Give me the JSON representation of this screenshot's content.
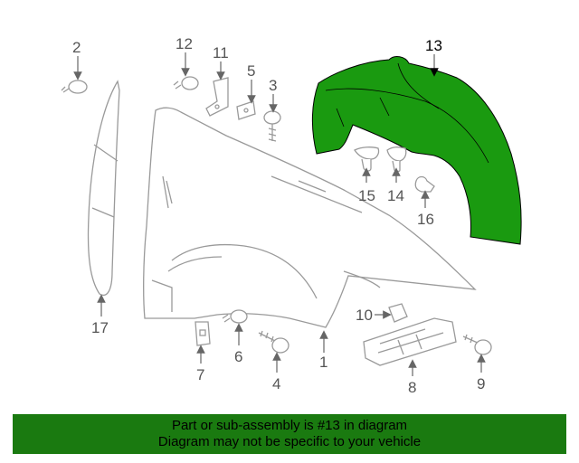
{
  "diagram": {
    "highlight_color": "#1a9a10",
    "callouts": {
      "c1": "1",
      "c2": "2",
      "c3": "3",
      "c4": "4",
      "c5": "5",
      "c6": "6",
      "c7": "7",
      "c8": "8",
      "c9": "9",
      "c10": "10",
      "c11": "11",
      "c12": "12",
      "c13": "13",
      "c14": "14",
      "c15": "15",
      "c16": "16",
      "c17": "17"
    }
  },
  "banner": {
    "line1": "Part or sub-assembly is #13 in diagram",
    "line2": "Diagram may not be specific to your vehicle",
    "background": "#1a7a10"
  }
}
